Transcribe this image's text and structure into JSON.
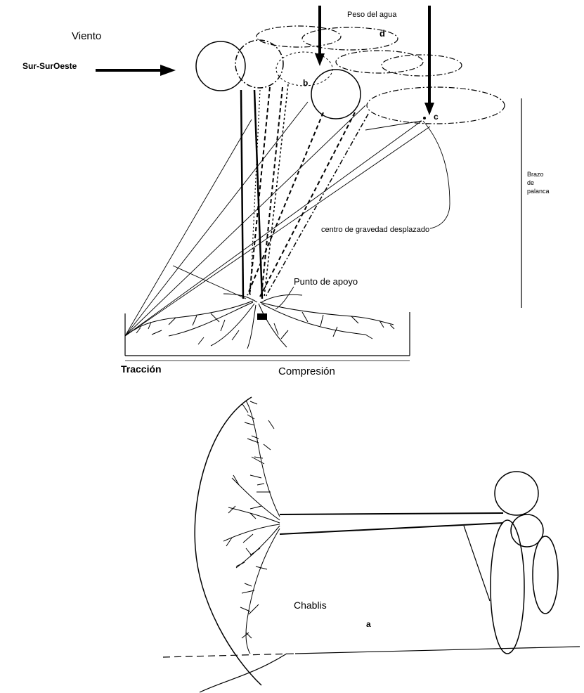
{
  "labels": {
    "viento": "Viento",
    "direction": "Sur-SurOeste",
    "peso_agua": "Peso del agua",
    "d": "d",
    "b": "b",
    "c": "c",
    "brazo": "Brazo",
    "de": "de",
    "palanca": "palanca",
    "centro": "centro de gravedad desplazado",
    "punto": "Punto de apoyo",
    "traccion": "Tracción",
    "compresion": "Compresión",
    "chablis": "Chablis",
    "a": "a"
  }
}
